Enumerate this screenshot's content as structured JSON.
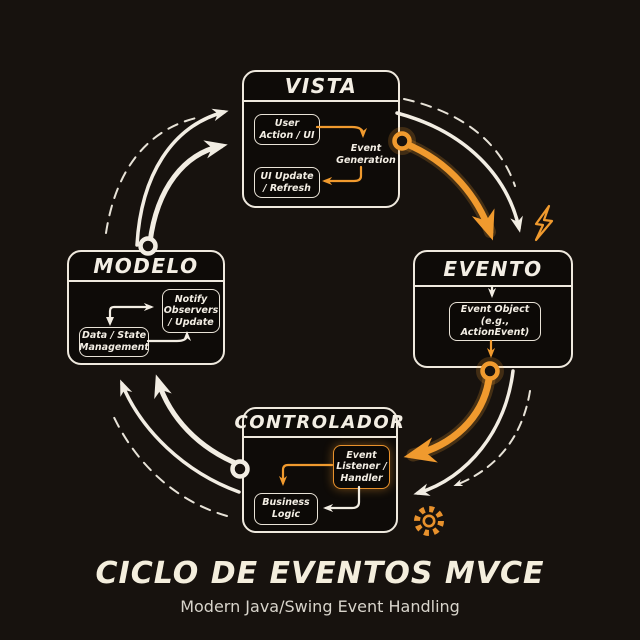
{
  "diagram": {
    "colors": {
      "background": "#17120e",
      "ink": "#f2ede3",
      "accent": "#f09a2e"
    },
    "vista": {
      "title": "VISTA",
      "user_action": "User Action / UI",
      "event_generation": "Event Generation",
      "ui_update": "UI Update / Refresh"
    },
    "evento": {
      "title": "EVENTO",
      "event_object": "Event Object (e.g., ActionEvent)"
    },
    "modelo": {
      "title": "MODELO",
      "notify": "Notify Observers / Update",
      "data_state": "Data / State Management"
    },
    "controlador": {
      "title": "CONTROLADOR",
      "event_listener": "Event Listener / Handler",
      "business_logic": "Business Logic"
    },
    "edges": [
      {
        "from": "vista",
        "to": "evento",
        "style": "orange-solid-white-dashed"
      },
      {
        "from": "evento",
        "to": "controlador",
        "style": "orange-solid-white-dashed"
      },
      {
        "from": "controlador",
        "to": "modelo",
        "style": "white-solid-dashed"
      },
      {
        "from": "modelo",
        "to": "vista",
        "style": "white-solid-dashed"
      }
    ],
    "icons": [
      "lightning-icon",
      "gear-icon"
    ],
    "footer": {
      "title": "CICLO DE EVENTOS MVCE",
      "subtitle": "Modern Java/Swing Event Handling"
    }
  }
}
